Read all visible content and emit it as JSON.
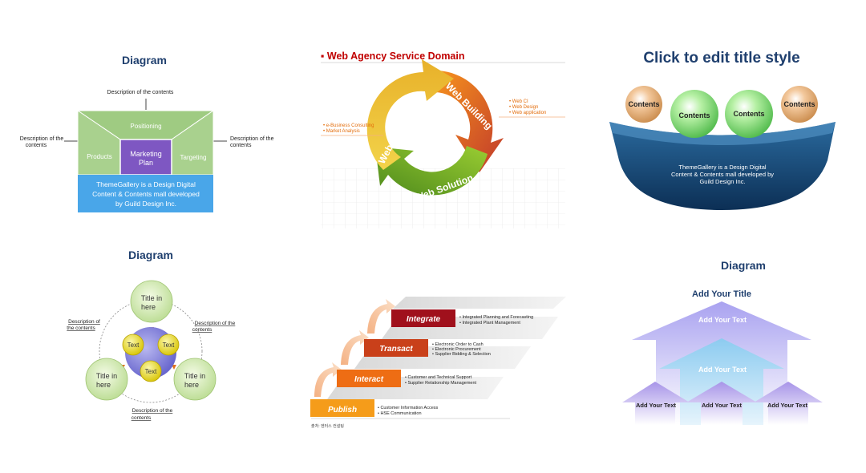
{
  "panel1": {
    "title": "Diagram",
    "desc_top": "Description of the contents",
    "desc_left_1": "Description of the",
    "desc_left_2": "contents",
    "desc_right_1": "Description of the",
    "desc_right_2": "contents",
    "positioning": "Positioning",
    "products": "Products",
    "center_1": "Marketing",
    "center_2": "Plan",
    "targeting": "Targeting",
    "footer_1": "ThemeGallery  is a Design Digital",
    "footer_2": "Content & Contents mall developed",
    "footer_3": "by Guild Design Inc."
  },
  "panel2": {
    "title": "▪ Web Agency Service Domain",
    "arc_building": "Web Building",
    "arc_consulting": "Web Consulting",
    "arc_solution": "Web Solution",
    "right_items": [
      "• Web CI",
      "• Web Design",
      "• Web application"
    ],
    "left_items": [
      "• e-Business Consulting",
      "• Market Analysis"
    ]
  },
  "panel3": {
    "title": "Click to edit title style",
    "balls": [
      "Contents",
      "Contents",
      "Contents",
      "Contents"
    ],
    "body_1": "ThemeGallery is a Design Digital",
    "body_2": "Content & Contents mall developed by",
    "body_3": "Guild Design Inc."
  },
  "panel4": {
    "title": "Diagram",
    "circle_top_1": "Title in",
    "circle_top_2": "here",
    "circle_left_1": "Title in",
    "circle_left_2": "here",
    "circle_right_1": "Title in",
    "circle_right_2": "here",
    "text_1": "Text",
    "text_2": "Text",
    "text_3": "Text",
    "desc_left_1": "Description of",
    "desc_left_2": "the contents",
    "desc_right_1": "Description of the",
    "desc_right_2": "contents",
    "desc_bottom_1": "Description of the",
    "desc_bottom_2": "contents"
  },
  "panel5": {
    "steps": [
      {
        "label": "Publish",
        "items": [
          "• Customer Information Access",
          "• HSE Communication"
        ]
      },
      {
        "label": "Interact",
        "items": [
          "• Customer and Technical Support",
          "• Supplier Relationship Management"
        ]
      },
      {
        "label": "Transact",
        "items": [
          "• Electronic Order to Cash",
          "• Electronic Procurement",
          "• Supplier Bidding & Selection"
        ]
      },
      {
        "label": "Integrate",
        "items": [
          "• Integrated Planning and Forecasting",
          "• Integrated Plant Management"
        ]
      }
    ],
    "footnote": "출처: 엔터스 컨설팅"
  },
  "panel6": {
    "title": "Diagram",
    "subtitle": "Add Your Title",
    "top_arrow": "Add Your Text",
    "mid_arrow": "Add Your Text",
    "bottom_left": "Add Your Text",
    "bottom_mid": "Add Your Text",
    "bottom_right": "Add Your Text"
  }
}
